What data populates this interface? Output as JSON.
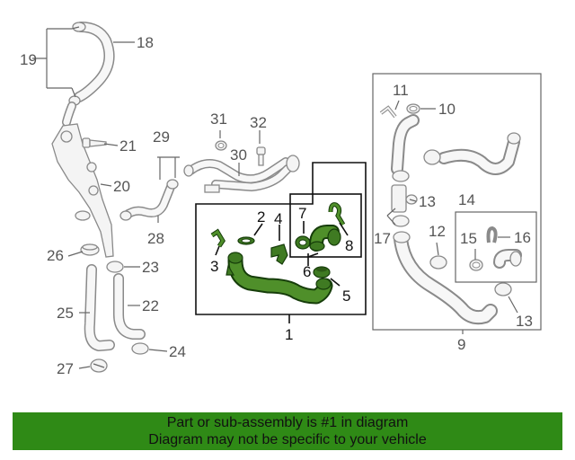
{
  "callouts": {
    "c1": "1",
    "c2": "2",
    "c3": "3",
    "c4": "4",
    "c5": "5",
    "c6": "6",
    "c7": "7",
    "c8": "8",
    "c9": "9",
    "c10": "10",
    "c11": "11",
    "c12": "12",
    "c13a": "13",
    "c13b": "13",
    "c14": "14",
    "c15": "15",
    "c16": "16",
    "c17": "17",
    "c18": "18",
    "c19": "19",
    "c20": "20",
    "c21": "21",
    "c22": "22",
    "c23": "23",
    "c24": "24",
    "c25": "25",
    "c26": "26",
    "c27": "27",
    "c28": "28",
    "c29": "29",
    "c30": "30",
    "c31": "31",
    "c32": "32"
  },
  "banner": {
    "line1": "Part or sub-assembly is #1 in diagram",
    "line2": "Diagram may not be specific to your vehicle"
  },
  "colors": {
    "highlight_part": "#3f7a22",
    "banner_background": "#2f8a16"
  }
}
